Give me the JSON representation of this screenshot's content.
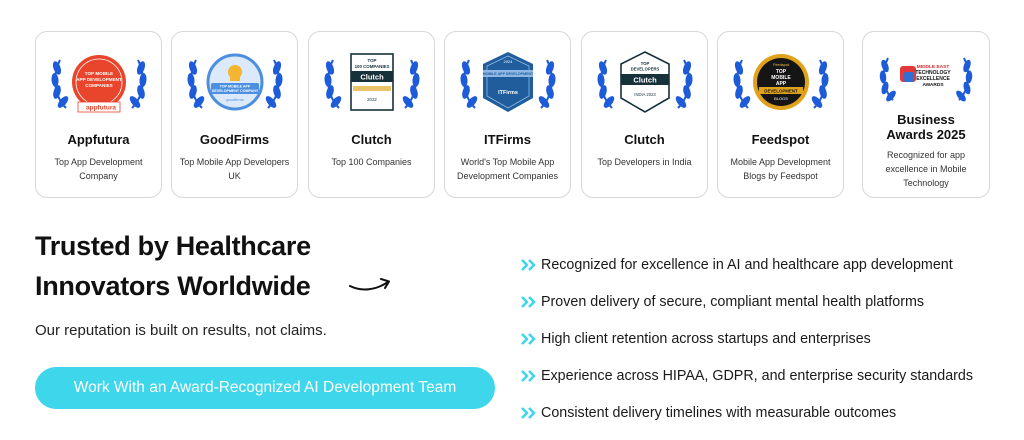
{
  "awards": [
    {
      "name": "Appfutura",
      "desc": "Top App Development Company",
      "seal_lines": [
        "TOP MOBILE",
        "APP DEVELOPMENT",
        "COMPANIES"
      ],
      "seal_brand": "appfutura"
    },
    {
      "name": "GoodFirms",
      "desc": "Top Mobile App Developers UK",
      "seal_lines": [
        "TOP MOBILE APP",
        "DEVELOPMENT COMPANY"
      ],
      "seal_brand": "goodfirms"
    },
    {
      "name": "Clutch",
      "desc": "Top 100 Companies",
      "seal_lines": [
        "TOP",
        "100 COMPANIES"
      ],
      "seal_brand": "Clutch",
      "seal_year": "2022"
    },
    {
      "name": "ITFirms",
      "desc": "World's Top Mobile App Development Companies",
      "seal_lines": [
        "2024",
        "MOBILE APP DEVELOPMENT"
      ],
      "seal_brand": "ITFirms"
    },
    {
      "name": "Clutch",
      "desc": "Top Developers in India",
      "seal_lines": [
        "TOP",
        "DEVELOPERS"
      ],
      "seal_brand": "Clutch",
      "seal_year": "INDIA 2023"
    },
    {
      "name": "Feedspot",
      "desc": "Mobile App Development Blogs by Feedspot",
      "seal_lines": [
        "TOP",
        "MOBILE",
        "APP",
        "DEVELOPMENT",
        "BLOGS"
      ],
      "seal_brand": "Feedspot"
    },
    {
      "name": "Business Awards 2025",
      "desc": "Recognized for app excellence in Mobile Technology",
      "seal_lines": [
        "MIDDLE EAST",
        "TECHNOLOGY",
        "EXCELLENCE",
        "AWARDS"
      ]
    }
  ],
  "headline": {
    "line1": "Trusted by Healthcare",
    "line2": "Innovators Worldwide"
  },
  "tagline": "Our reputation is built on results, not claims.",
  "cta_label": "Work With an Award-Recognized AI Development Team",
  "points": [
    "Recognized for excellence in AI and healthcare app development",
    "Proven delivery of secure, compliant mental health platforms",
    "High client retention across startups and enterprises",
    "Experience across HIPAA, GDPR, and enterprise security standards",
    "Consistent delivery timelines with measurable outcomes"
  ],
  "colors": {
    "laurel": "#1e5bd8",
    "accent": "#3ed6ea",
    "appfutura": "#e8452c",
    "goodfirms": "#4c8fe0",
    "itfirms": "#1f5d9c",
    "clutch_dark": "#17313b",
    "feedspot_gold": "#e0a21b",
    "mea_red": "#d62828"
  },
  "icons": {
    "wreath": "laurel-wreath-icon",
    "bullet": "double-chevron-right-icon",
    "arrow": "curved-arrow-right-icon"
  }
}
